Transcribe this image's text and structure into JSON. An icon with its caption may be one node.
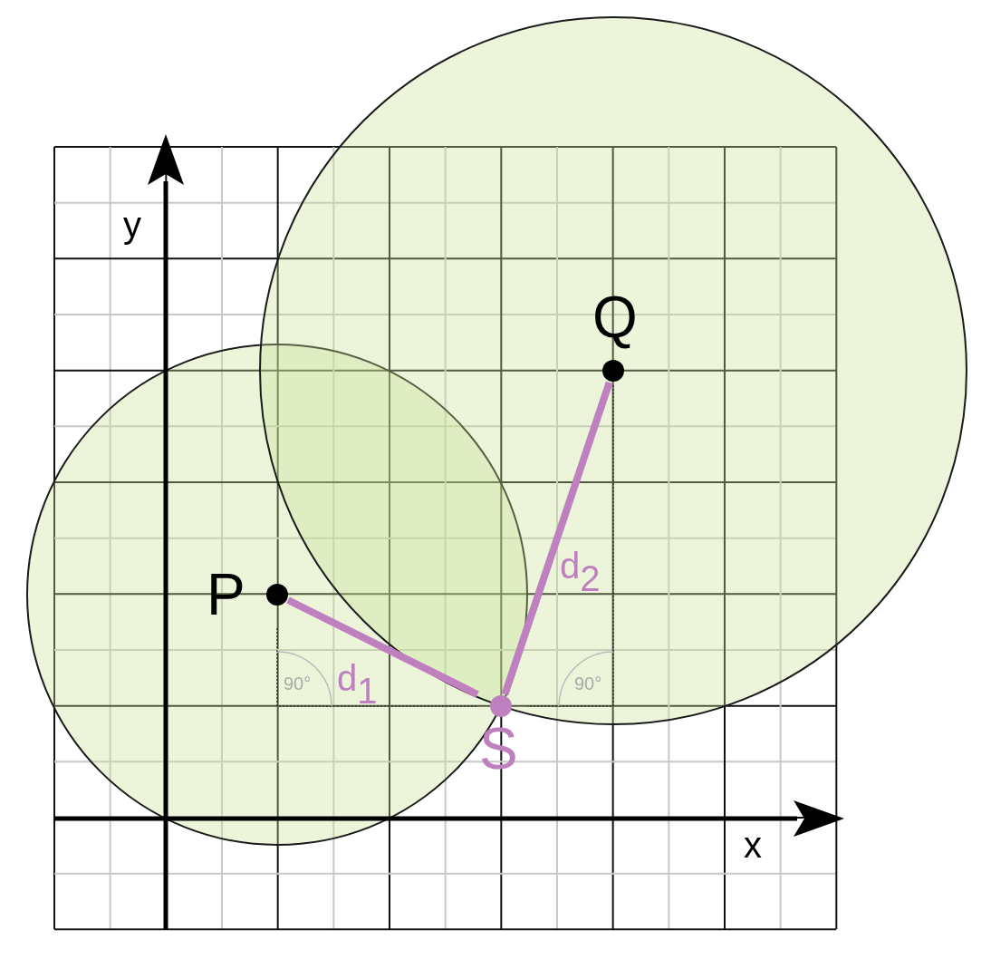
{
  "diagram": {
    "nodes": [
      {
        "text": [
          "Q"
        ]
      },
      {
        "text": [
          "P"
        ]
      },
      {
        "text": [
          "S"
        ]
      }
    ],
    "edges": [
      {
        "from": 1,
        "to": 2,
        "arrow": "none",
        "label": "d$_{1}$"
      },
      {
        "from": 0,
        "to": 2,
        "arrow": "none",
        "label": "d$_{2}$"
      }
    ],
    "labels": [
      "y",
      "90°",
      "90°",
      "x"
    ]
  }
}
